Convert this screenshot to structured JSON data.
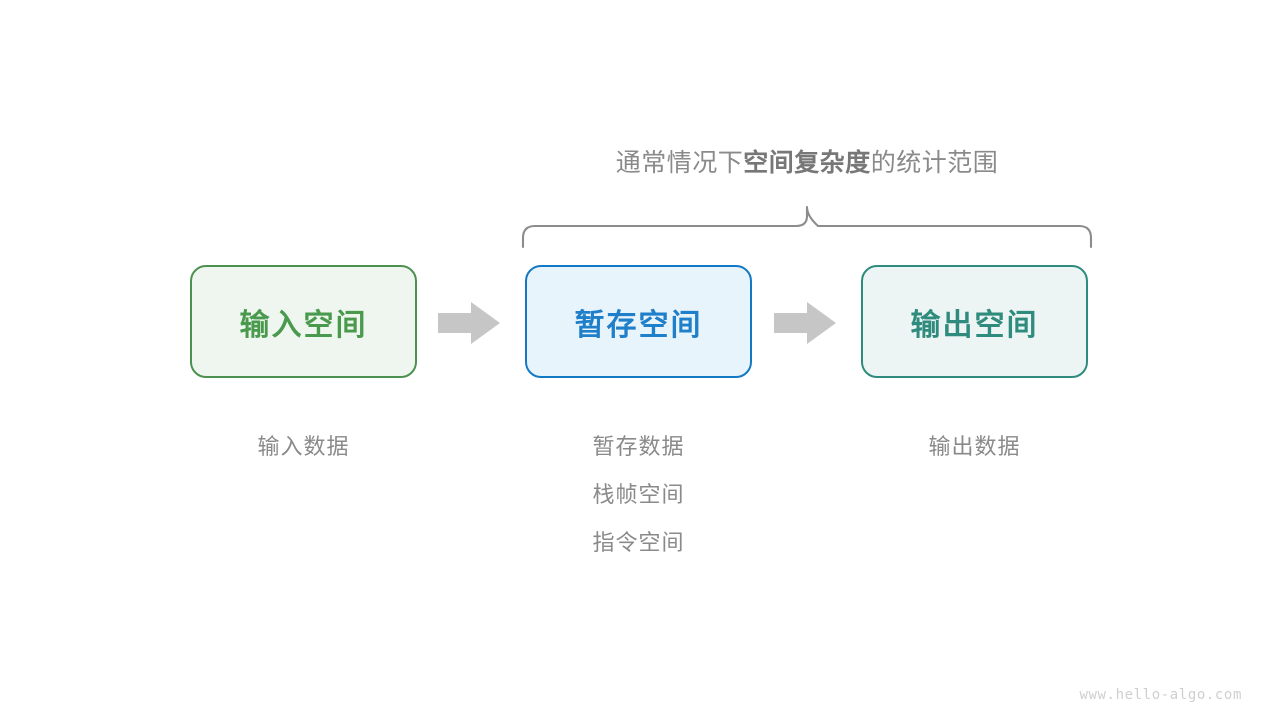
{
  "diagram": {
    "title_prefix": "通常情况下",
    "title_emphasis": "空间复杂度",
    "title_suffix": "的统计范围",
    "brace": {
      "name": "curly-brace",
      "color": "#8c8c8c",
      "spans": [
        "暂存空间",
        "输出空间"
      ]
    },
    "boxes": [
      {
        "id": "input-space",
        "label": "输入空间",
        "fill": "#eff6ef",
        "border": "#4d9150",
        "text_color": "#4a9a4e",
        "captions": [
          "输入数据"
        ]
      },
      {
        "id": "temp-space",
        "label": "暂存空间",
        "fill": "#e8f4fc",
        "border": "#1479c4",
        "text_color": "#1f7fc8",
        "captions": [
          "暂存数据",
          "栈帧空间",
          "指令空间"
        ]
      },
      {
        "id": "output-space",
        "label": "输出空间",
        "fill": "#ecf5f3",
        "border": "#2e8b7d",
        "text_color": "#2e8b7d",
        "captions": [
          "输出数据"
        ]
      }
    ],
    "arrows": [
      {
        "id": "arrow-input-to-temp",
        "color": "#c6c6c6"
      },
      {
        "id": "arrow-temp-to-output",
        "color": "#c6c6c6"
      }
    ],
    "watermark": "www.hello-algo.com",
    "background": "#ffffff"
  }
}
